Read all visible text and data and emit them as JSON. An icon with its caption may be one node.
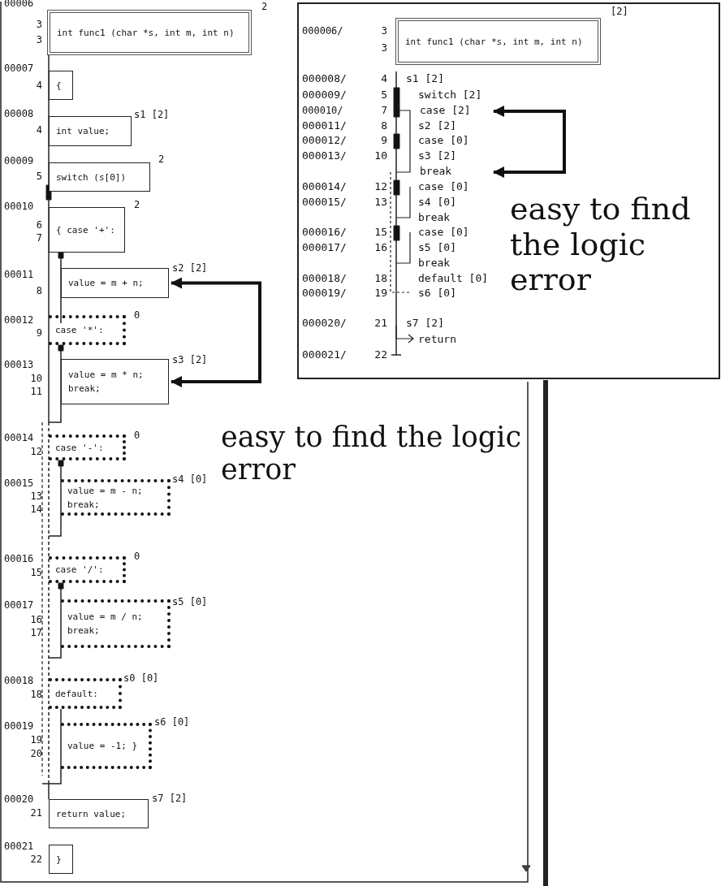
{
  "diagram": {
    "nodes": [
      {
        "text": [
          "int func1 (char *s, int m, int n)"
        ],
        "beside": [
          "00006",
          "3",
          "3",
          "2"
        ]
      },
      {
        "text": [
          "{"
        ],
        "beside": [
          "00007",
          "4"
        ]
      },
      {
        "text": [
          "int value;"
        ],
        "beside": [
          "00008",
          "4",
          "s1 [2]"
        ]
      },
      {
        "text": [
          "switch (s[0])"
        ],
        "beside": [
          "00009",
          "5",
          "2"
        ]
      },
      {
        "text": [
          "{ case '+':"
        ],
        "beside": [
          "00010",
          "6",
          "7",
          "2"
        ]
      },
      {
        "text": [
          "value = m + n;"
        ],
        "beside": [
          "00011",
          "8",
          "s2 [2]"
        ]
      },
      {
        "text": [
          "case '*':"
        ],
        "beside": [
          "00012",
          "9",
          "0"
        ]
      },
      {
        "text": [
          "value = m * n; break;"
        ],
        "beside": [
          "00013",
          "10",
          "11",
          "s3 [2]"
        ]
      },
      {
        "text": [
          "case '-':"
        ],
        "beside": [
          "00014",
          "12",
          "0"
        ]
      },
      {
        "text": [
          "value = m - n; break;"
        ],
        "beside": [
          "00015",
          "13",
          "14",
          "s4 [0]"
        ]
      },
      {
        "text": [
          "case '/':"
        ],
        "beside": [
          "00016",
          "15",
          "0"
        ]
      },
      {
        "text": [
          "value = m / n; break;"
        ],
        "beside": [
          "00017",
          "16",
          "17",
          "s5 [0]"
        ]
      },
      {
        "text": [
          "default:"
        ],
        "beside": [
          "00018",
          "18",
          "s0 [0]"
        ]
      },
      {
        "text": [
          "value = -1; }"
        ],
        "beside": [
          "00019",
          "19",
          "20",
          "s6 [0]"
        ]
      },
      {
        "text": [
          "return value;"
        ],
        "beside": [
          "00020",
          "21",
          "s7 [2]"
        ]
      },
      {
        "text": [
          "}"
        ],
        "beside": [
          "00021",
          "22"
        ]
      },
      {
        "text": [
          "int func1 (char *s, int m, int n)"
        ],
        "beside": [
          "000006/",
          "3",
          "3",
          "[2]"
        ]
      },
      {
        "text": [
          "case [2]"
        ],
        "beside": [
          "000010/",
          "7"
        ]
      },
      {
        "text": [
          "break"
        ]
      }
    ],
    "edges": [
      {
        "from": null,
        "to": 5,
        "arrow": "to"
      },
      {
        "from": null,
        "to": 7,
        "arrow": "to"
      },
      {
        "from": null,
        "to": 17,
        "arrow": "to"
      },
      {
        "from": null,
        "to": 18,
        "arrow": "to"
      }
    ],
    "labels": [
      "000008/",
      "4",
      "s1 [2]",
      "000009/",
      "5",
      "switch [2]",
      "000011/",
      "8",
      "s2 [2]",
      "000012/",
      "9",
      "case [0]",
      "000013/",
      "10",
      "s3 [2]",
      "000014/",
      "12",
      "case [0]",
      "000015/",
      "13",
      "s4 [0]",
      "break",
      "000016/",
      "15",
      "case [0]",
      "000017/",
      "16",
      "s5 [0]",
      "break",
      "000018/",
      "18",
      "default [0]",
      "000019/",
      "19",
      "s6 [0]",
      "000020/",
      "21",
      "s7 [2]",
      "return",
      "000021/",
      "22",
      "easy to find the logic error",
      "easy to find the logic error"
    ]
  }
}
